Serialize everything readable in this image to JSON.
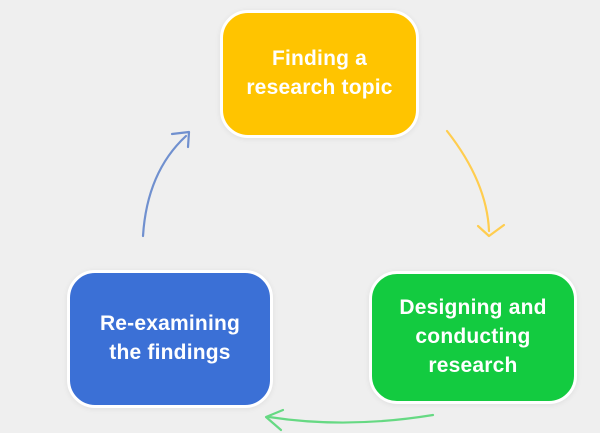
{
  "background": "#EFEFEF",
  "diagram": {
    "type": "cycle",
    "nodes": [
      {
        "id": "finding-research-topic",
        "label": "Finding a\nresearch topic",
        "color": "#FFC400",
        "text_color": "#FFFFFF"
      },
      {
        "id": "designing-conducting-research",
        "label": "Designing and\nconducting\nresearch",
        "color": "#13CB40",
        "text_color": "#FFFFFF"
      },
      {
        "id": "reexamining-findings",
        "label": "Re-examining\nthe findings",
        "color": "#3B70D6",
        "text_color": "#FFFFFF"
      }
    ],
    "arrows": [
      {
        "id": "finding-to-designing",
        "from": "finding-research-topic",
        "to": "designing-conducting-research",
        "color": "#FFCD4F"
      },
      {
        "id": "designing-to-reexamining",
        "from": "designing-conducting-research",
        "to": "reexamining-findings",
        "color": "#66D983"
      },
      {
        "id": "reexamining-to-finding",
        "from": "reexamining-findings",
        "to": "finding-research-topic",
        "color": "#7090CF"
      }
    ]
  }
}
